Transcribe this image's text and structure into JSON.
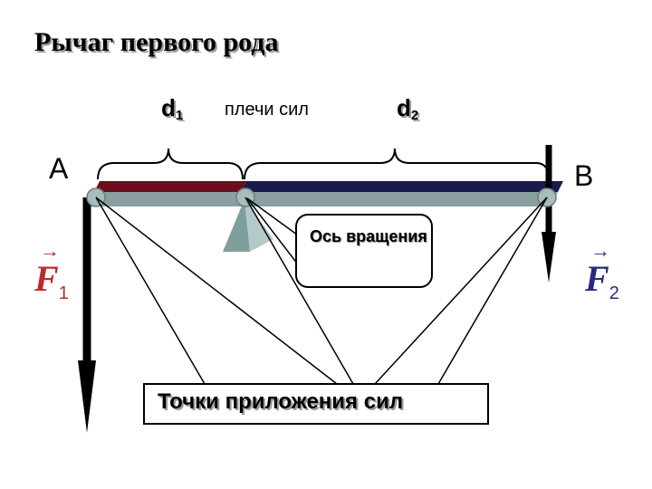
{
  "title": "Рычаг первого рода",
  "arms": {
    "d1": {
      "letter": "d",
      "sub": "1"
    },
    "d2": {
      "letter": "d",
      "sub": "2"
    },
    "caption": "плечи сил"
  },
  "points": {
    "a": "A",
    "b": "B"
  },
  "forces": {
    "f1": {
      "letter": "F",
      "sub": "1",
      "color": "#c0282a"
    },
    "f2": {
      "letter": "F",
      "sub": "2",
      "color": "#2a2a80"
    }
  },
  "rotation_axis_label": "Ось вращения",
  "application_points_label": "Точки приложения сил",
  "colors": {
    "arm1": "#6b0d1c",
    "arm2": "#1a1a4d",
    "beam_bottom": "#8aa0a0",
    "pivot": "#8aa8a8"
  }
}
